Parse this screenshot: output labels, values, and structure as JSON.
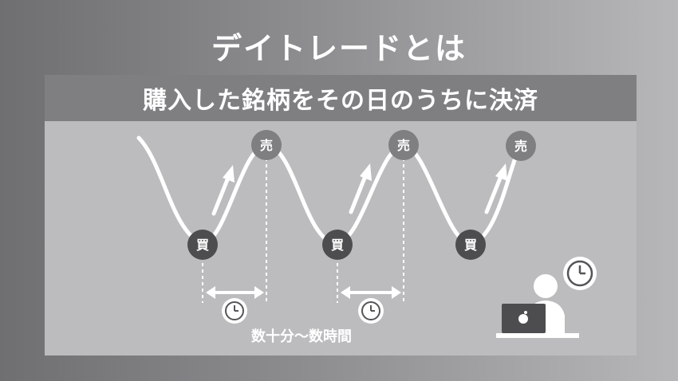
{
  "title": "デイトレードとは",
  "banner": "購入した銘柄をその日のうちに決済",
  "markers": {
    "buy": "買",
    "sell": "売"
  },
  "duration_label": "数十分〜数時間",
  "icons": {
    "clock": "clock-icon",
    "person": "person-at-laptop-icon",
    "arrow": "up-arrow-icon"
  },
  "colors": {
    "buy_marker": "#4d4d50",
    "sell_marker": "#7f7f82",
    "panel": "#bcbcbe",
    "line": "#ffffff"
  }
}
